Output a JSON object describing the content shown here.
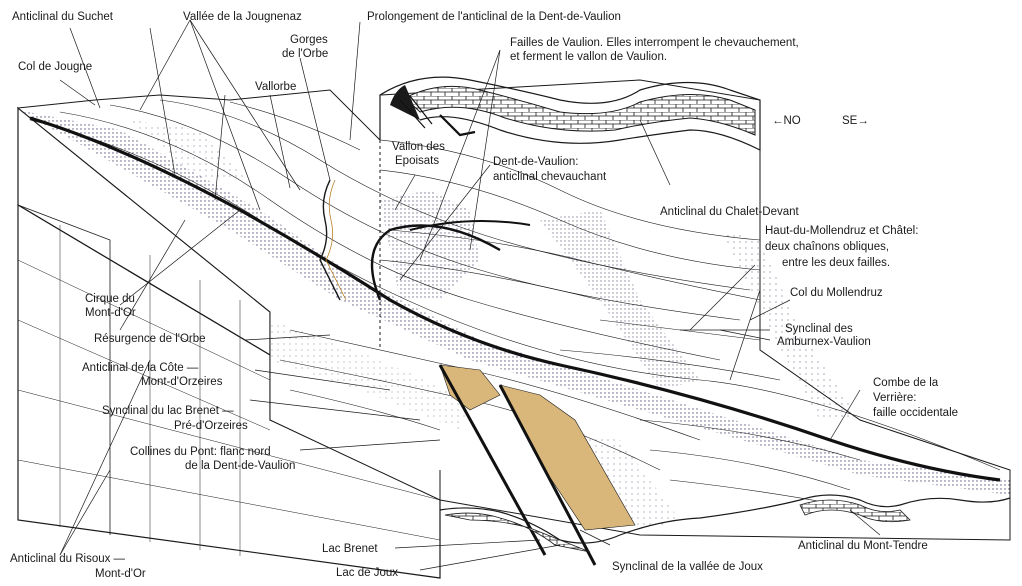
{
  "labels": {
    "anticlinal_suchet": "Anticlinal du Suchet",
    "vallee_jougnenaz": "Vallée de la Jougnenaz",
    "prolongement": "Prolongement de l'anticlinal de la Dent-de-Vaulion",
    "col_jougne": "Col de Jougne",
    "gorges_orbe_1": "Gorges",
    "gorges_orbe_2": "de l'Orbe",
    "failles_vaulion_1": "Failles de Vaulion. Elles interrompent le chevauchement,",
    "failles_vaulion_2": "et ferment le vallon de Vaulion.",
    "vallorbe": "Vallorbe",
    "vallon_epoisats_1": "Vallon des",
    "vallon_epoisats_2": "Epoisats",
    "dent_vaulion_1": "Dent-de-Vaulion:",
    "dent_vaulion_2": "anticlinal chevauchant",
    "anticlinal_chalet": "Anticlinal du Chalet-Devant",
    "haut_mollendruz_1": "Haut-du-Mollendruz et Châtel:",
    "haut_mollendruz_2": "deux chaînons obliques,",
    "haut_mollendruz_3": "entre les deux failles.",
    "col_mollendruz": "Col du Mollendruz",
    "synclinal_amburnex_1": "Synclinal des",
    "synclinal_amburnex_2": "Amburnex-Vaulion",
    "cirque_1": "Cirque du",
    "cirque_2": "Mont-d'Or",
    "resurgence": "Résurgence de l'Orbe",
    "anticlinal_cote_1": "Anticlinal de la Côte —",
    "anticlinal_cote_2": "Mont-d'Orzeires",
    "synclinal_brenet_1": "Synclinal du lac Brenet —",
    "synclinal_brenet_2": "Pré-d'Orzeires",
    "collines_pont_1": "Collines du Pont: flanc nord",
    "collines_pont_2": "de la Dent-de-Vaulion",
    "combe_verriere_1": "Combe de la",
    "combe_verriere_2": "Verrière:",
    "combe_verriere_3": "faille occidentale",
    "anticlinal_risoux_1": "Anticlinal du Risoux —",
    "anticlinal_risoux_2": "Mont-d'Or",
    "lac_brenet": "Lac Brenet",
    "lac_joux": "Lac de Joux",
    "synclinal_joux": "Synclinal de la vallée de Joux",
    "anticlinal_tendre": "Anticlinal du Mont-Tendre",
    "orient_no": "←NO",
    "orient_se": "SE→"
  },
  "colors": {
    "ink": "#1a1a1a",
    "shade": "#4a4470",
    "lake": "#d9b77a"
  }
}
